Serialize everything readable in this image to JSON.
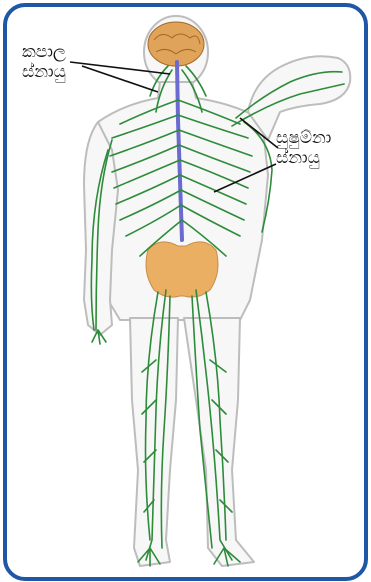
{
  "labels": {
    "cranial_nerves": {
      "line1": "කපාල",
      "line2": "ස්නායු"
    },
    "spinal_nerves": {
      "line1": "සුෂුම්නා",
      "line2": "ස්නායු"
    }
  },
  "colors": {
    "frame_border": "#1f56a6",
    "nerve_green": "#2e8b3a",
    "body_outline": "#bdbdbd",
    "brain": "#e0a35a",
    "pelvis": "#e8a34a",
    "spinal_cord": "#6a6ad0"
  }
}
